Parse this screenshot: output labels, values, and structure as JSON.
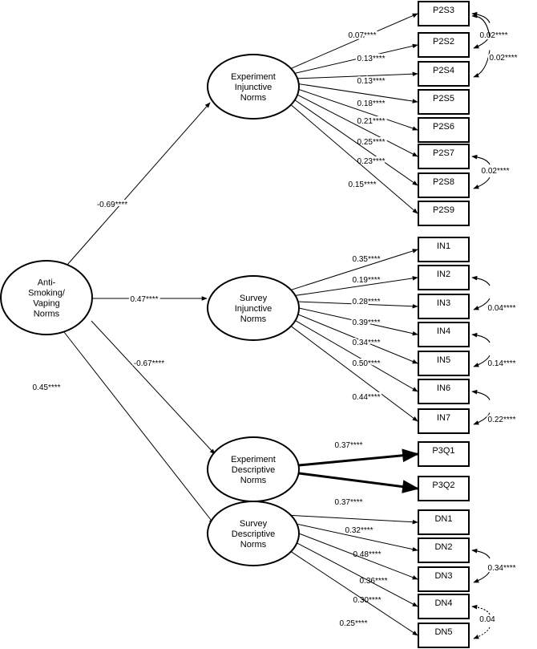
{
  "root": {
    "label": [
      "Anti-",
      "Smoking/",
      "Vaping",
      "Norms"
    ]
  },
  "factors": [
    {
      "id": "ei",
      "label": [
        "Experiment",
        "Injunctive",
        "Norms"
      ],
      "path": "-0.69****"
    },
    {
      "id": "si",
      "label": [
        "Survey",
        "Injunctive",
        "Norms"
      ],
      "path": "0.47****"
    },
    {
      "id": "ed",
      "label": [
        "Experiment",
        "Descriptive",
        "Norms"
      ],
      "path": "-0.67****"
    },
    {
      "id": "sd",
      "label": [
        "Survey",
        "Descriptive",
        "Norms"
      ],
      "path": "0.45****"
    }
  ],
  "indicators": {
    "ei": [
      {
        "name": "P2S3",
        "loading": "0.07****"
      },
      {
        "name": "P2S2",
        "loading": "0.13****"
      },
      {
        "name": "P2S4",
        "loading": "0.13****"
      },
      {
        "name": "P2S5",
        "loading": "0.18****"
      },
      {
        "name": "P2S6",
        "loading": "0.21****"
      },
      {
        "name": "P2S7",
        "loading": "0.25****"
      },
      {
        "name": "P2S8",
        "loading": "0.23****"
      },
      {
        "name": "P2S9",
        "loading": "0.15****"
      }
    ],
    "si": [
      {
        "name": "IN1",
        "loading": "0.35****"
      },
      {
        "name": "IN2",
        "loading": "0.19****"
      },
      {
        "name": "IN3",
        "loading": "0.28****"
      },
      {
        "name": "IN4",
        "loading": "0.39****"
      },
      {
        "name": "IN5",
        "loading": "0.34****"
      },
      {
        "name": "IN6",
        "loading": "0.50****"
      },
      {
        "name": "IN7",
        "loading": "0.44****"
      }
    ],
    "ed": [
      {
        "name": "P3Q1",
        "loading": "0.37****"
      },
      {
        "name": "P3Q2",
        "loading": "0.37****"
      }
    ],
    "sd": [
      {
        "name": "DN1",
        "loading": "0.32****"
      },
      {
        "name": "DN2",
        "loading": "0.48****"
      },
      {
        "name": "DN3",
        "loading": "0.36****"
      },
      {
        "name": "DN4",
        "loading": "0.30****"
      },
      {
        "name": "DN5",
        "loading": "0.25****"
      }
    ]
  },
  "covariances": [
    {
      "from": "P2S3",
      "to": "P2S2",
      "value": "0.02****",
      "significant": true
    },
    {
      "from": "P2S3",
      "to": "P2S4",
      "value": "0.02****",
      "significant": true
    },
    {
      "from": "P2S7",
      "to": "P2S8",
      "value": "0.02****",
      "significant": true
    },
    {
      "from": "IN2",
      "to": "IN3",
      "value": "0.04****",
      "significant": true
    },
    {
      "from": "IN4",
      "to": "IN5",
      "value": "0.14****",
      "significant": true
    },
    {
      "from": "IN6",
      "to": "IN7",
      "value": "0.22****",
      "significant": true
    },
    {
      "from": "DN2",
      "to": "DN3",
      "value": "0.34****",
      "significant": true
    },
    {
      "from": "DN4",
      "to": "DN5",
      "value": "0.04",
      "significant": false
    }
  ]
}
